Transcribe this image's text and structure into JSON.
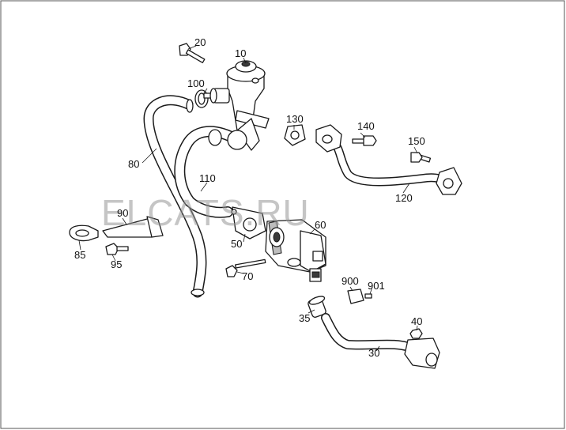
{
  "watermark": "ELCATS.RU",
  "parts": [
    {
      "id": "p20",
      "label": "20"
    },
    {
      "id": "p10",
      "label": "10"
    },
    {
      "id": "p100",
      "label": "100"
    },
    {
      "id": "p80",
      "label": "80"
    },
    {
      "id": "p130",
      "label": "130"
    },
    {
      "id": "p140",
      "label": "140"
    },
    {
      "id": "p150",
      "label": "150"
    },
    {
      "id": "p110",
      "label": "110"
    },
    {
      "id": "p120",
      "label": "120"
    },
    {
      "id": "p90",
      "label": "90"
    },
    {
      "id": "p85",
      "label": "85"
    },
    {
      "id": "p95",
      "label": "95"
    },
    {
      "id": "p50",
      "label": "50"
    },
    {
      "id": "p60",
      "label": "60"
    },
    {
      "id": "p70",
      "label": "70"
    },
    {
      "id": "p900",
      "label": "900"
    },
    {
      "id": "p901",
      "label": "901"
    },
    {
      "id": "p35",
      "label": "35"
    },
    {
      "id": "p40",
      "label": "40"
    },
    {
      "id": "p30",
      "label": "30"
    }
  ]
}
